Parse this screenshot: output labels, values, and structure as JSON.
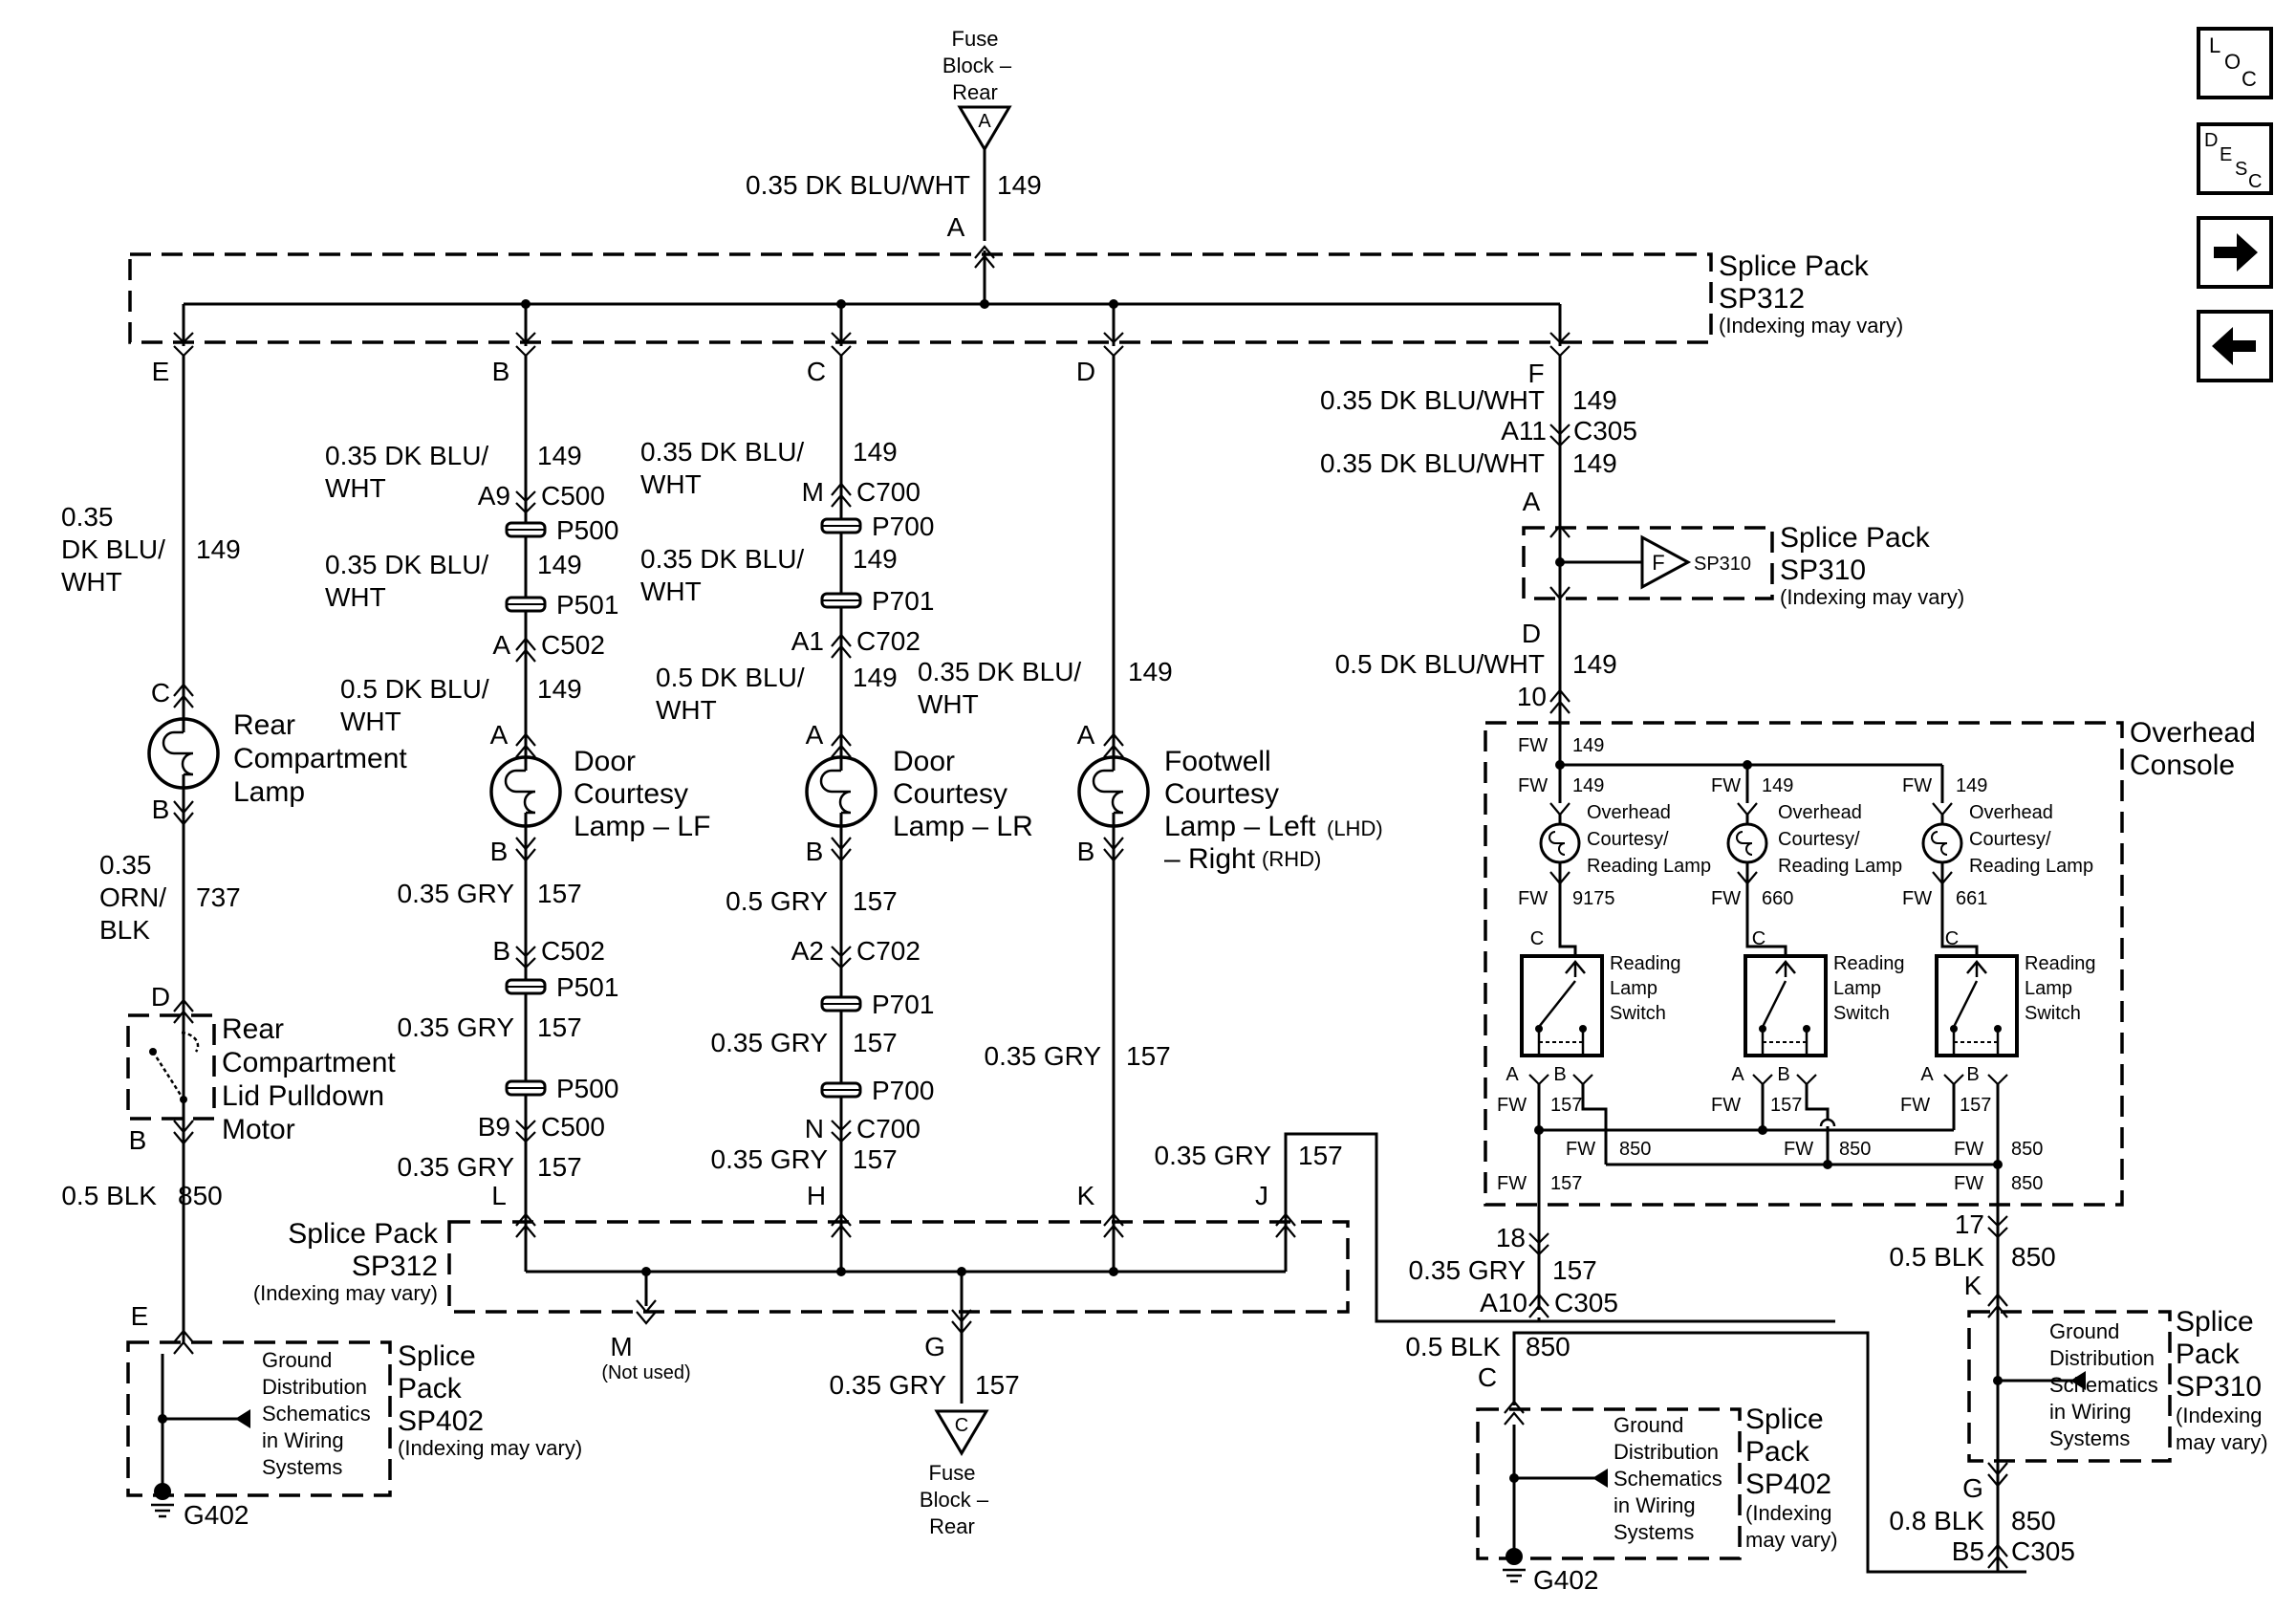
{
  "source": {
    "top": [
      "Fuse",
      "Block –",
      "Rear"
    ],
    "pin": "A",
    "wire": "0.35 DK BLU/WHT",
    "circuit": "149"
  },
  "sink": {
    "lines": [
      "Fuse",
      "Block –",
      "Rear"
    ],
    "pin": "C",
    "wire": "0.35 GRY",
    "circuit": "157"
  },
  "sp312_top": {
    "title": [
      "Splice Pack",
      "SP312"
    ],
    "note": "(Indexing may vary)",
    "pin_in": "A",
    "pins": [
      "E",
      "B",
      "C",
      "D",
      "F"
    ]
  },
  "sp312_bottom": {
    "title": [
      "Splice Pack",
      "SP312"
    ],
    "note": "(Indexing may vary)",
    "pins": [
      "L",
      "H",
      "K",
      "J",
      "M",
      "G"
    ],
    "not_used": "(Not used)"
  },
  "side_icons": {
    "loc": [
      "L",
      "O",
      "C"
    ],
    "desc": [
      "D",
      "E",
      "S",
      "C"
    ],
    "next": "→",
    "prev": "←"
  },
  "rear_compartment": {
    "wire1": [
      "0.35",
      "DK BLU/",
      "WHT"
    ],
    "circ1": "149",
    "lamp_pins": [
      "C",
      "B"
    ],
    "lamp_label": [
      "Rear",
      "Compartment",
      "Lamp"
    ],
    "wire2": [
      "0.35",
      "ORN/",
      "BLK"
    ],
    "circ2": "737",
    "motor_pins": [
      "D",
      "B"
    ],
    "motor_label": [
      "Rear",
      "Compartment",
      "Lid Pulldown",
      "Motor"
    ],
    "wire3": "0.5 BLK",
    "circ3": "850",
    "sp402_pin": "E",
    "ground": "G402"
  },
  "branch_lf": {
    "w1": [
      "0.35 DK BLU/",
      "WHT"
    ],
    "c1": "149",
    "conn1": [
      "A9",
      "C500"
    ],
    "p1": "P500",
    "w2": [
      "0.35 DK BLU/",
      "WHT"
    ],
    "c2": "149",
    "p2": "P501",
    "conn2": [
      "A",
      "C502"
    ],
    "w3": [
      "0.5 DK BLU/",
      "WHT"
    ],
    "c3": "149",
    "lamp_pins": [
      "A",
      "B"
    ],
    "lamp_label": [
      "Door",
      "Courtesy",
      "Lamp – LF"
    ],
    "w4": "0.35 GRY",
    "c4": "157",
    "conn3": [
      "B",
      "C502"
    ],
    "p3": "P501",
    "w5": "0.35 GRY",
    "c5": "157",
    "p4": "P500",
    "conn4": [
      "B9",
      "C500"
    ],
    "w6": "0.35 GRY",
    "c6": "157"
  },
  "branch_lr": {
    "w1": [
      "0.35 DK BLU/",
      "WHT"
    ],
    "c1": "149",
    "conn1": [
      "M",
      "C700"
    ],
    "p1": "P700",
    "w2": [
      "0.35 DK BLU/",
      "WHT"
    ],
    "c2": "149",
    "p2": "P701",
    "conn2": [
      "A1",
      "C702"
    ],
    "w3": [
      "0.5 DK BLU/",
      "WHT"
    ],
    "c3": "149",
    "lamp_pins": [
      "A",
      "B"
    ],
    "lamp_label": [
      "Door",
      "Courtesy",
      "Lamp – LR"
    ],
    "w4": "0.5 GRY",
    "c4": "157",
    "conn3": [
      "A2",
      "C702"
    ],
    "p3": "P701",
    "w5": "0.35 GRY",
    "c5": "157",
    "p4": "P700",
    "conn4": [
      "N",
      "C700"
    ],
    "w6": "0.35 GRY",
    "c6": "157"
  },
  "footwell": {
    "w1": [
      "0.35 DK BLU/",
      "WHT"
    ],
    "c1": "149",
    "lamp_pins": [
      "A",
      "B"
    ],
    "label": [
      "Footwell",
      "Courtesy",
      "Lamp – Left",
      "– Right"
    ],
    "lhd": "(LHD)",
    "rhd": "(RHD)",
    "w2": "0.35 GRY",
    "c2": "157",
    "jw": "0.35 GRY",
    "jc": "157"
  },
  "right_trunk": {
    "w1": "0.35 DK BLU/WHT",
    "c1": "149",
    "conn1": [
      "A11",
      "C305"
    ],
    "w2": "0.35 DK BLU/WHT",
    "c2": "149",
    "sp310_pins": [
      "A",
      "D"
    ],
    "sp310_tag": "F",
    "sp310_tag_label": "SP310",
    "sp310_title": [
      "Splice Pack",
      "SP310"
    ],
    "sp310_note": "(Indexing may vary)",
    "w3": "0.5 DK BLU/WHT",
    "c3": "149",
    "conn2": "10"
  },
  "overhead": {
    "title": [
      "Overhead",
      "Console"
    ],
    "fw": "FW",
    "main_circuit": "149",
    "lamp_circuit": "149",
    "lamp_label": [
      "Overhead",
      "Courtesy/",
      "Reading Lamp"
    ],
    "lamp_out_circuits": [
      "9175",
      "660",
      "661"
    ],
    "switch_pins": [
      "C",
      "A",
      "B"
    ],
    "switch_label": [
      "Reading",
      "Lamp",
      "Switch"
    ],
    "c157": "157",
    "c850": "850",
    "out_conn_157": "18",
    "out_conn_850": "17"
  },
  "c305_lower": {
    "w1": "0.35 GRY",
    "c1": "157",
    "conn1": [
      "A10",
      "C305"
    ],
    "w2": "0.5 BLK",
    "c2": "850",
    "pin": "C",
    "ground": "G402",
    "sp402_title": [
      "Splice",
      "Pack",
      "SP402"
    ],
    "sp402_note": [
      "(Indexing",
      "may vary)"
    ]
  },
  "sp310_right": {
    "w1": "0.5 BLK",
    "c1": "850",
    "pin_in": "K",
    "pin_out": "G",
    "title": [
      "Splice",
      "Pack",
      "SP310"
    ],
    "note": [
      "(Indexing",
      "may vary)"
    ],
    "w2": "0.8 BLK",
    "c2": "850",
    "conn": [
      "B5",
      "C305"
    ]
  },
  "ground_ref": {
    "lines": [
      "Ground",
      "Distribution",
      "Schematics",
      "in Wiring",
      "Systems"
    ]
  },
  "sp402_left": {
    "title": [
      "Splice",
      "Pack",
      "SP402"
    ],
    "note": "(Indexing may vary)"
  }
}
